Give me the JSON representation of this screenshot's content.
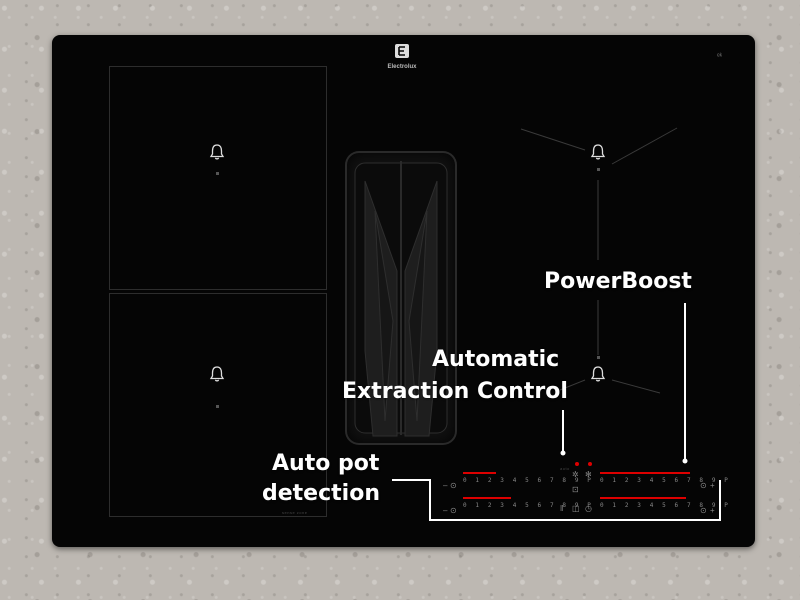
{
  "brand": {
    "name": "Electrolux",
    "logo_icon": "electrolux-logo-icon"
  },
  "cooktop": {
    "corner_symbol": "ᵉᵏ",
    "bottom_tiny_label": "sense zone"
  },
  "zones": [
    {
      "id": "front-left",
      "icon": "bell-icon"
    },
    {
      "id": "rear-left",
      "icon": "bell-icon"
    },
    {
      "id": "rear-right",
      "icon": "bell-icon"
    },
    {
      "id": "front-right",
      "icon": "bell-icon"
    }
  ],
  "controls": {
    "power_scale_left_top": "0 1 2 3 4 5 6 7 8 9 P",
    "power_scale_left_bottom": "0 1 2 3 4 5 6 7 8 9 P",
    "power_scale_right_top": "0 1 2 3 4 5 6 7 8 9 P",
    "power_scale_right_bottom": "0 1 2 3 4 5 6 7 8 9 P",
    "auto_label": "auto",
    "accent_color": "#dd0000"
  },
  "callouts": {
    "powerboost": "PowerBoost",
    "automatic_line1": "Automatic",
    "automatic_line2": "Extraction Control",
    "autopot_line1": "Auto pot",
    "autopot_line2": "detection"
  }
}
